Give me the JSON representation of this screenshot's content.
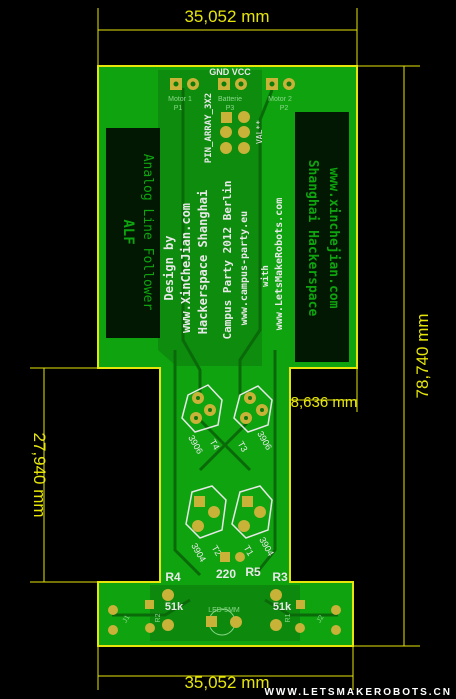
{
  "dimensions": {
    "top_width": "35,052 mm",
    "bottom_width": "35,052 mm",
    "right_height": "78,740 mm",
    "left_height": "27,940 mm",
    "notch_width": "8,636 mm"
  },
  "connectors": {
    "gnd_vcc": "GND VCC",
    "motor1": "Motor 1",
    "motor2": "Motor 2",
    "batterie": "Batterie",
    "p1": "P1",
    "p2": "P2",
    "p3": "P3",
    "pin_array": "PIN_ARRAY_3X2",
    "val": "VAL**"
  },
  "silkscreen": {
    "title_line1": "ALF",
    "title_line2": "Analog Line Follower",
    "design_by": "Design by",
    "site1": "www.XinCheJian.com",
    "hackerspace": "Hackerspace Shanghai",
    "campus": "Campus Party 2012 Berlin",
    "campus_site": "www.campus-party.eu",
    "with": "with",
    "lmr": "www.LetsMakeRobots.com",
    "shanghai": "Shanghai Hackerspace",
    "xcj": "www.xinchejian.com"
  },
  "components": {
    "t4": "T4",
    "t3": "T3",
    "t2": "T2",
    "t1": "T1",
    "q1": "3906",
    "q2": "3906",
    "q3": "3904",
    "q4": "3904",
    "r4": "R4",
    "r5": "R5",
    "r3": "R3",
    "r4v": "51k",
    "r3v": "51k",
    "r5v": "220",
    "led": "LED-5MM",
    "r2": "R2",
    "r1": "R1",
    "j1": "J1",
    "j2": "J2"
  },
  "watermark": "WWW.LETSMAKEROBOTS.CN",
  "colors": {
    "background": "#000000",
    "board": "#0fa30f",
    "copper": "#0c7a0c",
    "outline": "#e6e60a",
    "silk": "#e8e8e8",
    "pad": "#c8b238"
  }
}
